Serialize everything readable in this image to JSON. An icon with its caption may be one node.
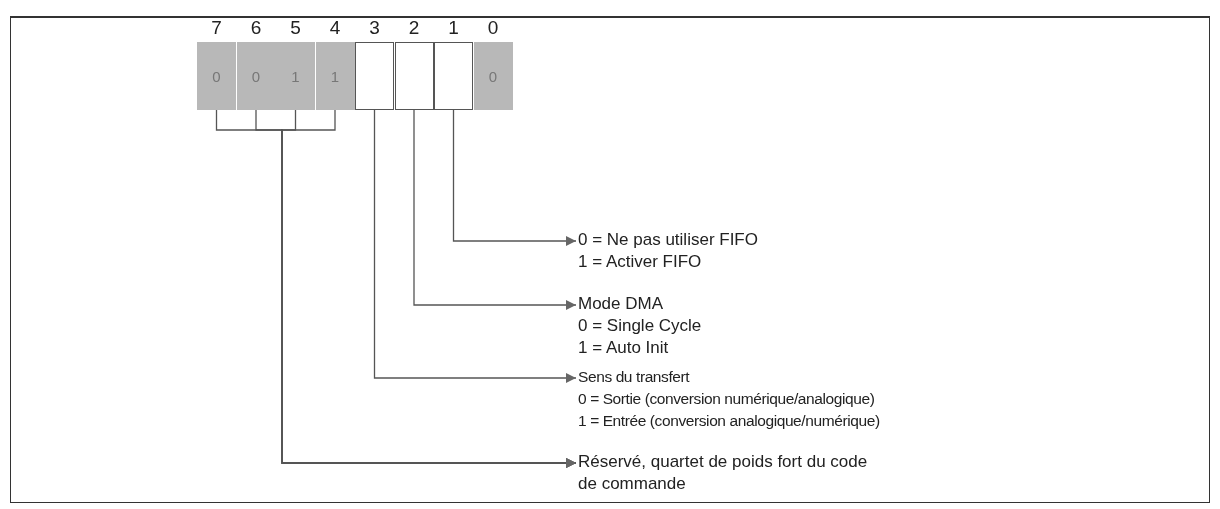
{
  "diagram": {
    "nodes": [
      {
        "text": [
          "0"
        ],
        "beside": [
          "7"
        ]
      },
      {
        "text": [
          "0"
        ],
        "beside": [
          "6"
        ]
      },
      {
        "text": [
          "1"
        ],
        "beside": [
          "5"
        ]
      },
      {
        "text": [
          "1"
        ],
        "beside": [
          "4"
        ]
      },
      {
        "text": [],
        "shape": "box",
        "beside": [
          "3"
        ]
      },
      {
        "text": [],
        "shape": "box",
        "beside": [
          "2"
        ]
      },
      {
        "text": [],
        "shape": "box",
        "beside": [
          "1"
        ]
      },
      {
        "text": [
          "0"
        ],
        "beside": [
          "0"
        ]
      },
      {
        "text": [
          "0 = Ne pas utiliser FIFO",
          "1 = Activer FIFO"
        ]
      },
      {
        "text": [
          "Mode DMA",
          "0 = Single Cycle",
          "1 = Auto Init"
        ]
      },
      {
        "text": [
          "Sens du transfert",
          "0 = Sortie (conversion numérique/analogique)",
          "1 = Entrée (conversion analogique/numérique)"
        ]
      },
      {
        "text": [
          "Réservé, quartet de poids fort du code de commande"
        ]
      }
    ],
    "edges": [
      {
        "from": 6,
        "to": 8,
        "arrow": "to"
      },
      {
        "from": 5,
        "to": 9,
        "arrow": "to"
      },
      {
        "from": 4,
        "to": 10,
        "arrow": "to"
      },
      {
        "from": 0,
        "to": 11,
        "arrow": "to"
      },
      {
        "from": 1,
        "to": 11,
        "arrow": "to"
      },
      {
        "from": 2,
        "to": 11,
        "arrow": "to"
      },
      {
        "from": 3,
        "to": 11,
        "arrow": "to"
      }
    ]
  }
}
